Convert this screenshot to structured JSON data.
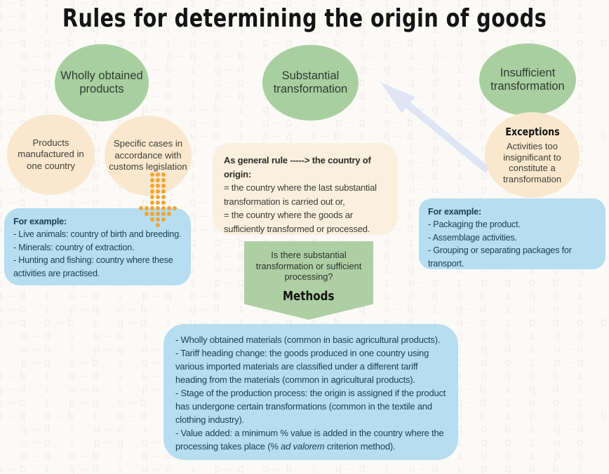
{
  "title": "Rules for determining the origin of goods",
  "decor": {
    "pattern_unit": "o—b ı q—d ı u—o ı p—q"
  },
  "colors": {
    "background": "#fbfaf7",
    "green_circle": "#a9cfa0",
    "beige_circle": "#f9e8cd",
    "cream_box": "#faf0dd",
    "blue_box": "#b6ddf0",
    "orange_dots": "#f2a430",
    "lavender_arrow": "#dce2f4",
    "blue_text": "#1d3e54"
  },
  "wholly": {
    "circle": "Wholly obtained products",
    "sub_circle_products": "Products manufactured in one country",
    "sub_circle_specific": "Specific cases in accordance with customs legislation",
    "examples_heading": "For example:",
    "examples": [
      "- Live animals: country of birth and breeding.",
      "- Minerals: country of extraction.",
      "- Hunting and fishing: country where these activities are practised."
    ]
  },
  "substantial": {
    "circle": "Substantial transformation",
    "rule_heading": "As general rule -----> the country of origin:",
    "rule_lines": [
      "= the country where the last substantial transformation is carried out or,",
      "= the country where the goods ar sufficiently transformed or processed."
    ],
    "question": "Is there substantial transformation or sufficient processing?",
    "methods_label": "Methods",
    "methods": [
      "- Wholly obtained materials (common in basic agricultural products).",
      "- Tariff heading change: the goods produced in one country using various imported materials are classified under a different tariff heading from the materials (common in agricultural products).",
      "- Stage of the production process: the origin is assigned if the product has undergone certain transformations (common in the textile and clothing industry)."
    ],
    "value_added": {
      "pre": "- Value added: a minimum % value is added in the country where the processing takes place (% ",
      "italic": "ad valorem",
      "post": " criterion method)."
    }
  },
  "insufficient": {
    "circle": "Insufficient transformation",
    "exceptions_heading": "Exceptions",
    "exceptions_text": "Activities too insignificant to constitute a transformation",
    "examples_heading": "For example:",
    "examples": [
      "- Packaging the product.",
      "- Assemblage activities.",
      "- Grouping or separating packages for transport."
    ]
  }
}
